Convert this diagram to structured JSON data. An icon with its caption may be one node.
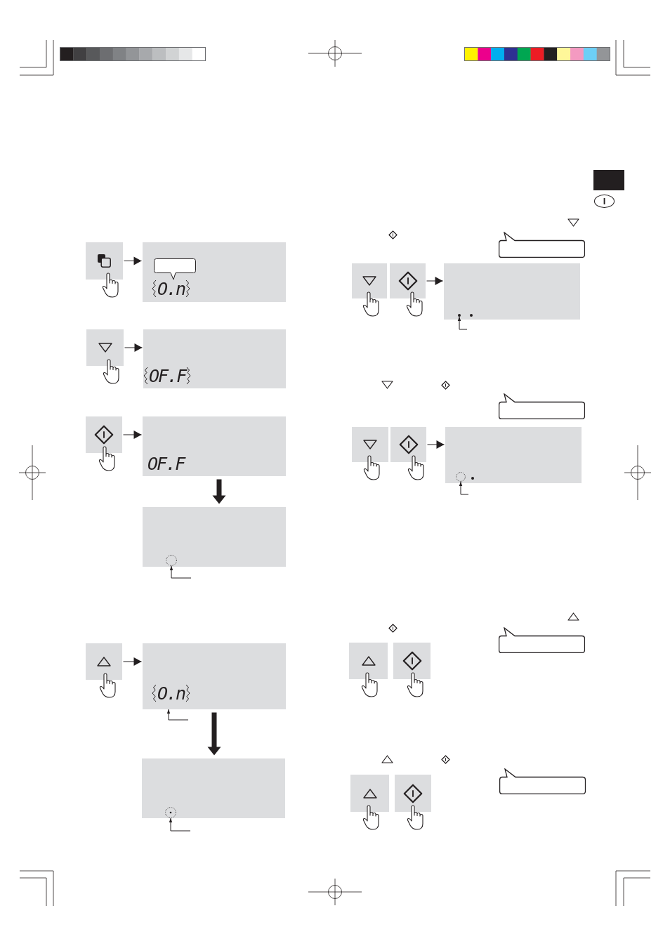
{
  "diagram": {
    "nodes": [
      {
        "text": [
          "I"
        ]
      },
      {
        "text": [],
        "shape": "box"
      },
      {
        "text": [
          "O.n"
        ]
      },
      {
        "text": [],
        "shape": "box"
      },
      {
        "text": [
          "OF.F"
        ]
      },
      {
        "text": [],
        "shape": "box"
      },
      {
        "text": [
          "OF.F"
        ]
      },
      {
        "text": [],
        "shape": "box"
      },
      {
        "text": [],
        "shape": "circle",
        "in": 7
      },
      {
        "text": [],
        "shape": "box"
      },
      {
        "text": [
          "O.n"
        ]
      },
      {
        "text": [],
        "shape": "box"
      },
      {
        "text": [],
        "shape": "circle",
        "in": 11
      },
      {
        "text": [],
        "shape": "box"
      },
      {
        "text": [],
        "shape": "box"
      },
      {
        "text": [],
        "shape": "box"
      },
      {
        "text": [],
        "shape": "dot",
        "in": 15
      },
      {
        "text": [],
        "shape": "box"
      },
      {
        "text": [],
        "shape": "box"
      },
      {
        "text": [],
        "shape": "box"
      },
      {
        "text": [],
        "shape": "circle",
        "in": 19
      },
      {
        "text": [],
        "shape": "box"
      },
      {
        "text": [],
        "shape": "box"
      },
      {
        "text": [],
        "shape": "box"
      },
      {
        "text": [],
        "shape": "box"
      }
    ],
    "edges": [
      {
        "from": 1,
        "to": 2,
        "arrow": "to"
      },
      {
        "from": 3,
        "to": 4,
        "arrow": "to"
      },
      {
        "from": 5,
        "to": 6,
        "arrow": "to"
      },
      {
        "from": 6,
        "to": 7,
        "arrow": "to",
        "style": "thick"
      },
      {
        "from": null,
        "to": 8,
        "arrow": "to"
      },
      {
        "from": 9,
        "to": 10,
        "arrow": "to"
      },
      {
        "from": null,
        "to": 10,
        "arrow": "to"
      },
      {
        "from": 10,
        "to": 11,
        "arrow": "to",
        "style": "thick"
      },
      {
        "from": null,
        "to": 12,
        "arrow": "to"
      },
      {
        "from": 14,
        "to": 15,
        "arrow": "to"
      },
      {
        "from": null,
        "to": 16,
        "arrow": "to"
      },
      {
        "from": 18,
        "to": 19,
        "arrow": "to"
      },
      {
        "from": null,
        "to": 20,
        "arrow": "to"
      }
    ]
  }
}
